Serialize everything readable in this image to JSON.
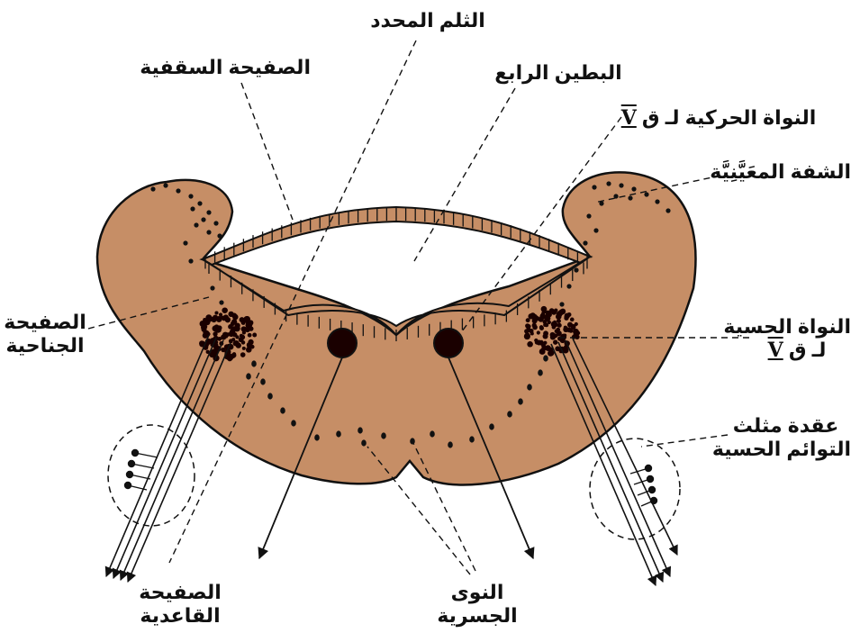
{
  "colors": {
    "tissue": "#c68e66",
    "outline": "#111111",
    "background": "#ffffff"
  },
  "labels": {
    "sulcus_limitans": "الثلم المحدد",
    "roof_plate": "الصفيحة السقفية",
    "fourth_ventricle": "البطين الرابع",
    "motor_nucleus": "النواة الحركية لـ ق",
    "motor_nucleus_roman": "V",
    "rhombic_lip": "الشفة المعَيَّنِيَّة",
    "alar_plate_line1": "الصفيحة",
    "alar_plate_line2": "الجناحية",
    "sensory_nucleus_line1": "النواة الحسية",
    "sensory_nucleus_line2": "لـ ق",
    "sensory_nucleus_roman": "V",
    "trigeminal_ganglion_line1": "عقدة مثلث",
    "trigeminal_ganglion_line2": "التوائم الحسية",
    "basal_plate_line1": "الصفيحة",
    "basal_plate_line2": "القاعدية",
    "pontine_nuclei_line1": "النوى",
    "pontine_nuclei_line2": "الجسرية"
  }
}
